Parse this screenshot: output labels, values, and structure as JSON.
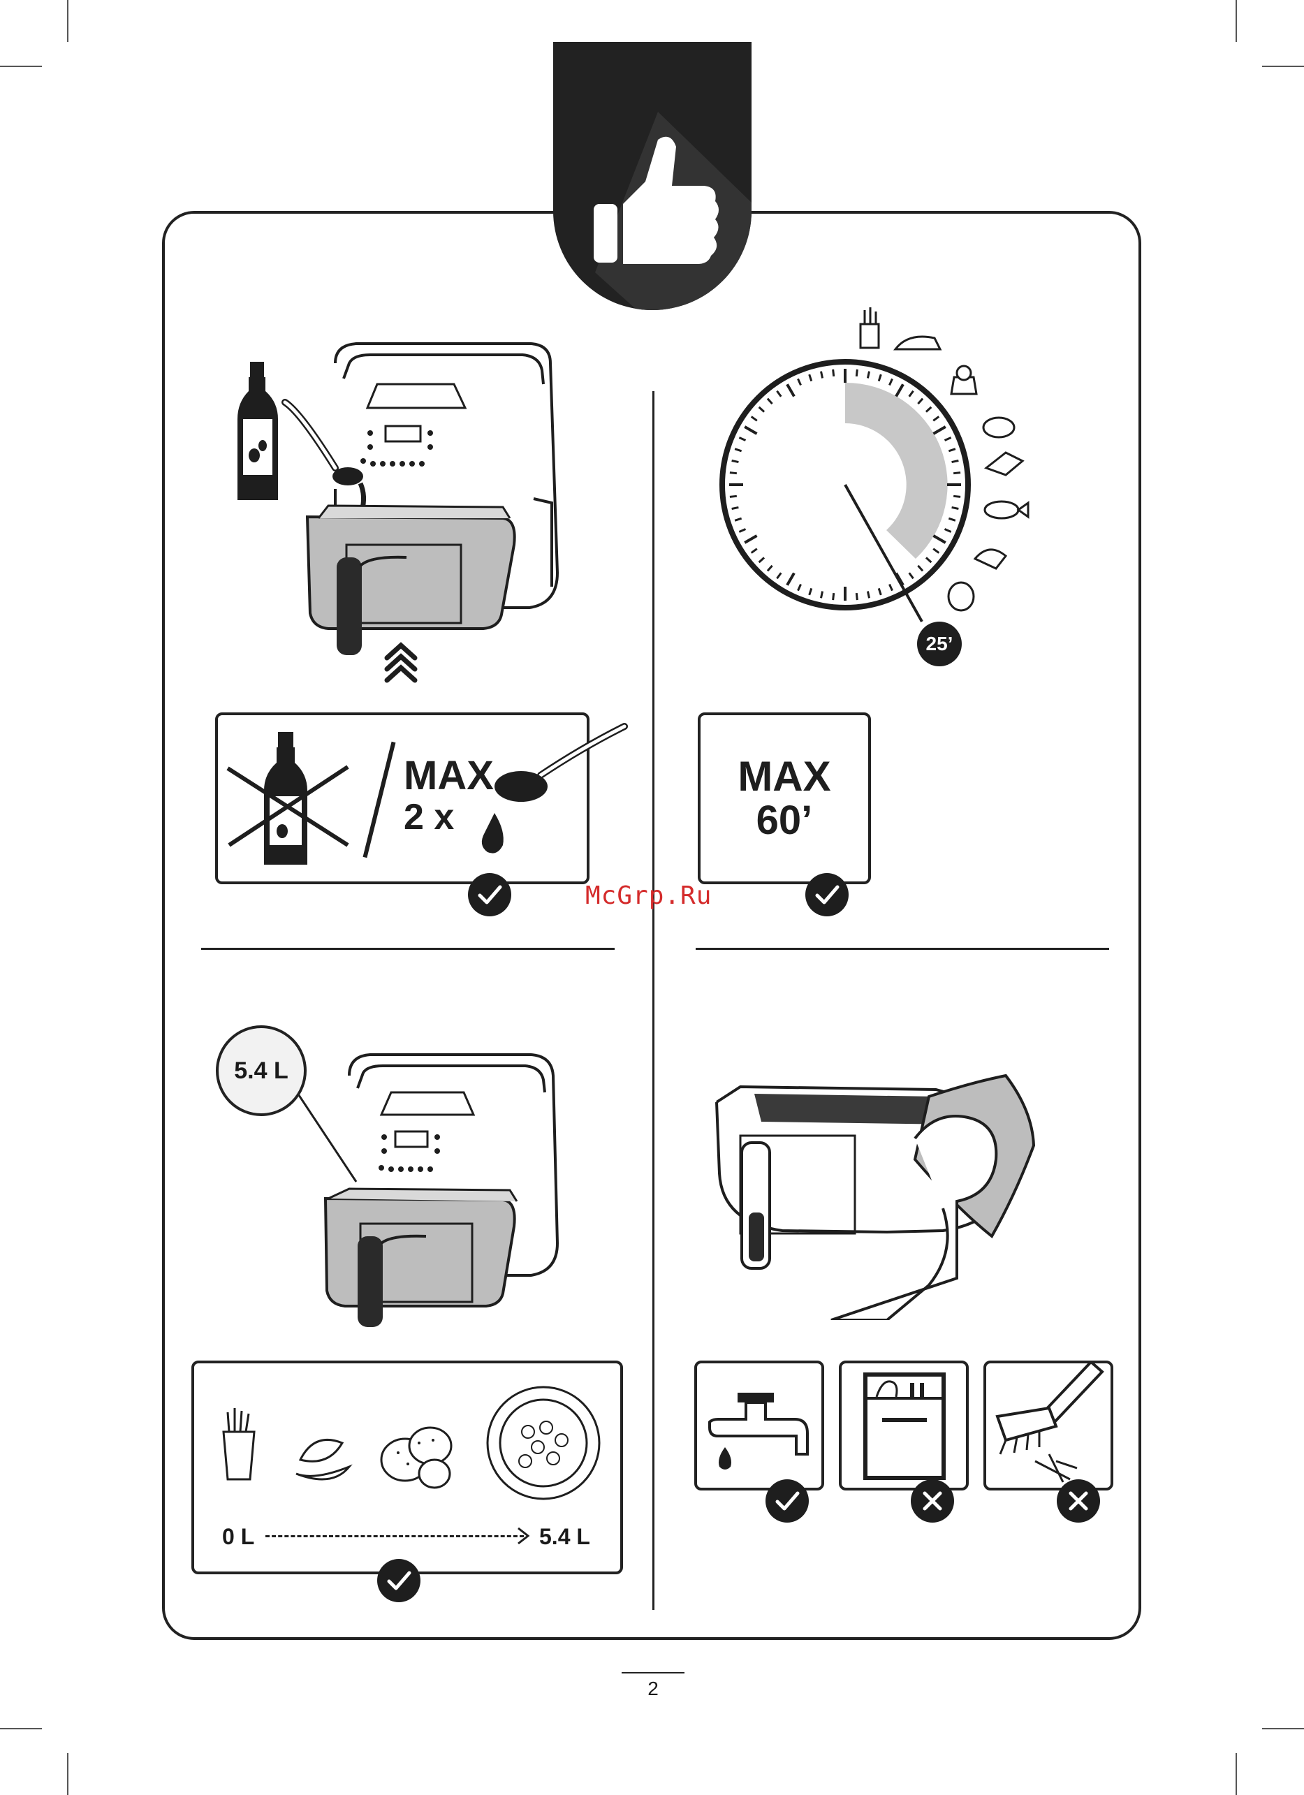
{
  "watermark": "McGrp.Ru",
  "page_number": "2",
  "oil_panel": {
    "max_label": "MAX",
    "times_label": "2 x"
  },
  "time_panel": {
    "max_label": "MAX",
    "time_label": "60’",
    "timer_value": "25’"
  },
  "capacity_panel": {
    "capacity_label": "5.4 L",
    "range_start": "0 L",
    "range_end": "5.4 L"
  },
  "icons": {
    "badge": "thumbs-up-icon",
    "oil": "oil-bottle-icon",
    "spoon": "spoon-icon",
    "cleaning": [
      "tap-icon",
      "dishwasher-icon",
      "brush-icon"
    ],
    "status": [
      "check-icon",
      "cross-icon"
    ]
  },
  "colors": {
    "ink": "#1e1e1e",
    "basket_gray": "#bdbdbd",
    "timer_fill": "#c8c8c8"
  }
}
